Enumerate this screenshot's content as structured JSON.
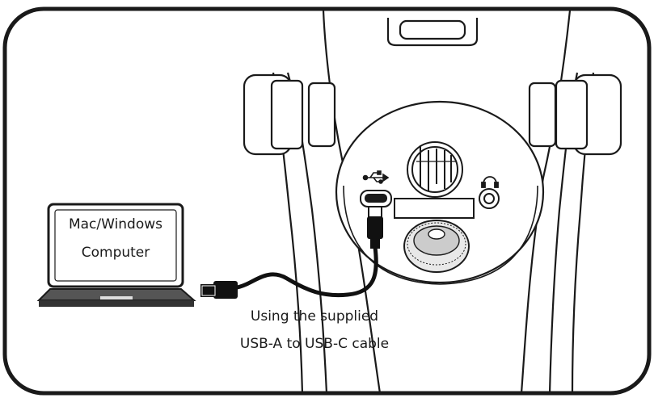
{
  "diagram": {
    "computer_label": [
      "Mac/Windows",
      "Computer"
    ],
    "cable_caption": [
      "Using the supplied",
      "USB-A to USB-C cable"
    ],
    "icons": {
      "usb_port": "usb-symbol-icon",
      "headphone_jack": "headphone-icon"
    },
    "colors": {
      "line": "#1a1a1a",
      "cable": "#111111",
      "background": "#ffffff",
      "screen_fill": "#ffffff",
      "base_fill": "#555555"
    }
  }
}
